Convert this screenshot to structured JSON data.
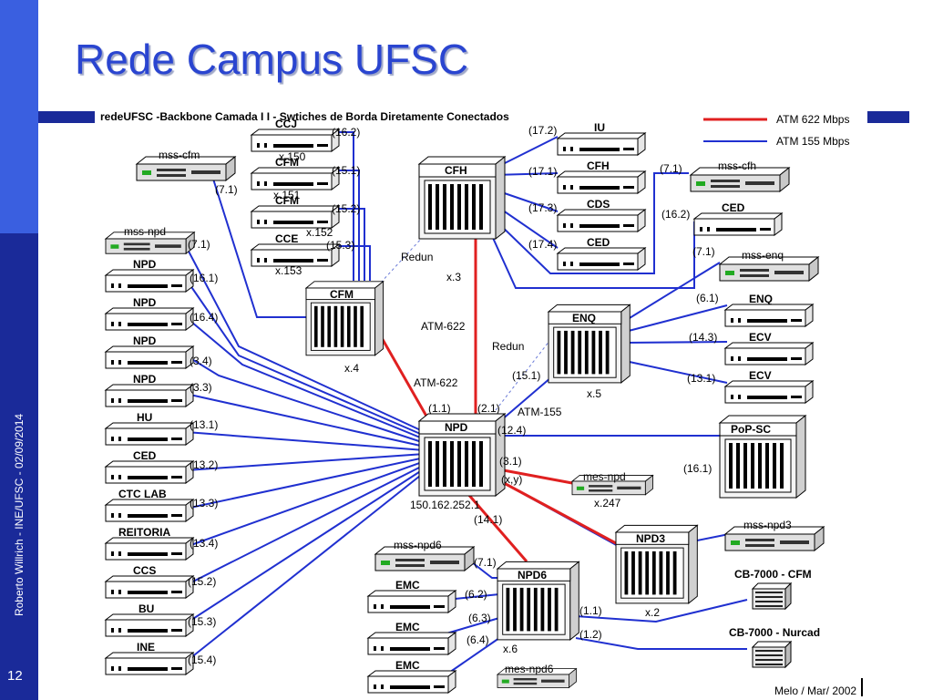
{
  "slide": {
    "title": "Rede Campus UFSC",
    "sidebar_text": "Roberto Willrich - INE/UFSC - 02/09/2014",
    "slide_number": "12"
  },
  "diagram": {
    "header": "redeUFSC -Backbone Camada I I -  Swtiches de Borda Diretamente Conectados",
    "legend": [
      {
        "label": "ATM 622 Mbps",
        "color": "#e02020"
      },
      {
        "label": "ATM 155 Mbps",
        "color": "#2030d0"
      }
    ],
    "footer": "Melo / Mar/ 2002",
    "core": {
      "npd": {
        "name": "NPD",
        "ip": "150.162.252.1"
      },
      "cfh": {
        "name": "CFH",
        "addr": "x.3"
      },
      "cfm": {
        "name": "CFM",
        "addr": "x.4"
      },
      "enq": {
        "name": "ENQ",
        "addr": "x.5"
      },
      "npd3": {
        "name": "NPD3",
        "addr": "x.2"
      },
      "npd6": {
        "name": "NPD6",
        "addr": "x.6"
      },
      "popsc": {
        "name": "PoP-SC"
      }
    },
    "link_labels": {
      "redun_cfm": "Redun",
      "redun_enq": "Redun",
      "atm622_cfh": "ATM-622",
      "atm622_cfm": "ATM-622",
      "atm155_enq": "ATM-155",
      "p11": "(1.1)",
      "p21": "(2.1)",
      "p124": "(12.4)",
      "p31": "(3.1)",
      "pxy": "(x,y)",
      "p141": "(14.1)",
      "p151_enq": "(15.1)",
      "p161_pop": "(16.1)",
      "n6_11": "(1.1)",
      "n6_12": "(1.2)"
    },
    "cfm_edge": [
      {
        "name": "CCJ",
        "port": "(16.2)",
        "addr": "x.150"
      },
      {
        "name": "CFM",
        "port": "(15.1)",
        "addr": "x.151"
      },
      {
        "name": "CFM",
        "port": "(15.2)",
        "addr": "x.152"
      },
      {
        "name": "CCE",
        "port": "(15.3)",
        "addr": "x.153"
      }
    ],
    "cfh_edge": [
      {
        "name": "IU",
        "port": "(17.2)"
      },
      {
        "name": "CFH",
        "port": "(17.1)"
      },
      {
        "name": "CDS",
        "port": "(17.3)"
      },
      {
        "name": "CED",
        "port": "(17.4)"
      }
    ],
    "right_edge": [
      {
        "name": "mss-cfh",
        "port": "(7.1)"
      },
      {
        "name": "CED",
        "port": "(16.2)"
      },
      {
        "name": "mss-enq",
        "port": "(7.1)"
      },
      {
        "name": "ENQ",
        "port": "(6.1)"
      },
      {
        "name": "ECV",
        "port": "(14.3)"
      },
      {
        "name": "ECV",
        "port": "(13.1)"
      }
    ],
    "left_edge": [
      {
        "name": "mss-cfm",
        "port": "(7.1)"
      },
      {
        "name": "mss-npd",
        "port": "(7.1)"
      },
      {
        "name": "NPD",
        "port": "(16.1)"
      },
      {
        "name": "NPD",
        "port": "(16.4)"
      },
      {
        "name": "NPD",
        "port": "(3.4)"
      },
      {
        "name": "NPD",
        "port": "(3.3)"
      },
      {
        "name": "HU",
        "port": "(13.1)"
      },
      {
        "name": "CED",
        "port": "(13.2)"
      },
      {
        "name": "CTC LAB",
        "port": "(13.3)"
      },
      {
        "name": "REITORIA",
        "port": "(13.4)"
      },
      {
        "name": "CCS",
        "port": "(15.2)"
      },
      {
        "name": "BU",
        "port": "(15.3)"
      },
      {
        "name": "INE",
        "port": "(15.4)"
      }
    ],
    "npd_side": [
      {
        "name": "mes-npd",
        "addr": "x.247"
      },
      {
        "name": "mss-npd3"
      },
      {
        "name": "mss-npd6",
        "port": "(7.1)"
      },
      {
        "name": "EMC",
        "port": "(6.2)"
      },
      {
        "name": "EMC",
        "port": "(6.3)"
      },
      {
        "name": "EMC",
        "port": "(6.4)"
      },
      {
        "name": "mes-npd6"
      }
    ],
    "cb7000": [
      "CB-7000 - CFM",
      "CB-7000 - Nurcad"
    ]
  }
}
